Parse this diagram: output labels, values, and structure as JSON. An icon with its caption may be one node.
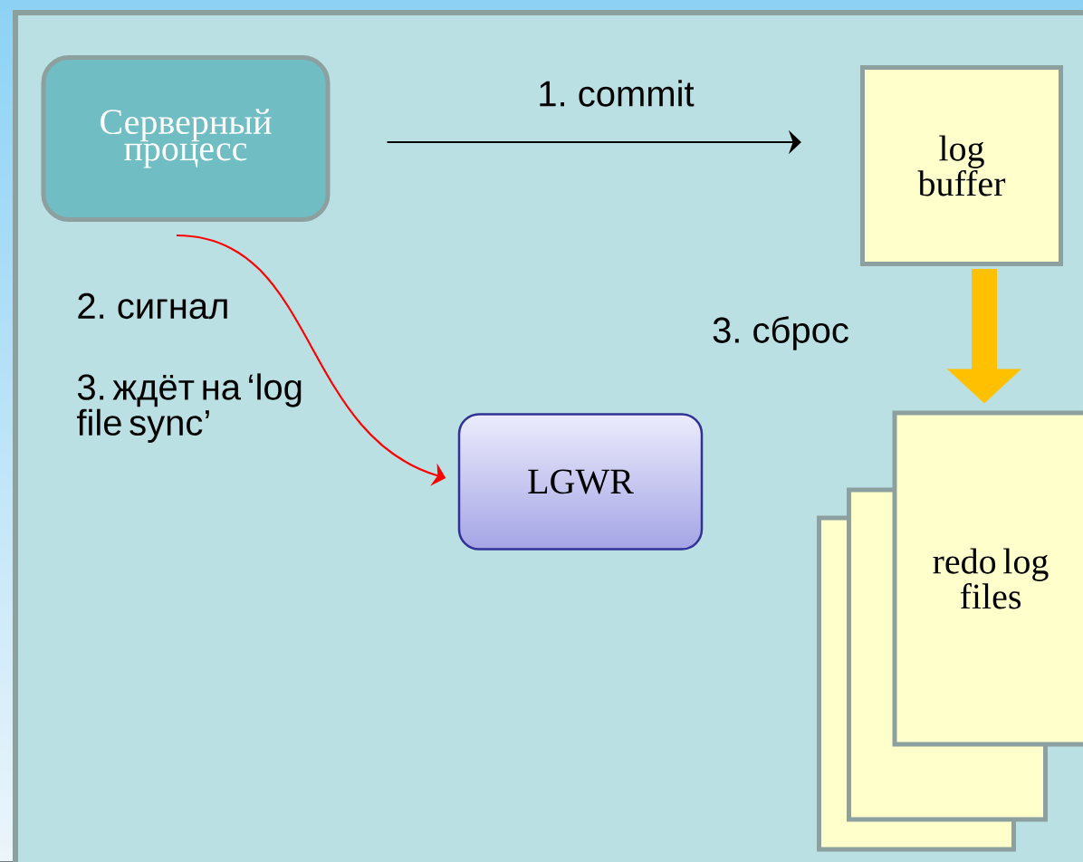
{
  "diagram": {
    "nodes": [
      {
        "text": [
          "Серверный процесс"
        ]
      },
      {
        "text": [
          "log buffer"
        ]
      },
      {
        "text": [
          "LGWR"
        ]
      },
      {
        "text": [],
        "shape": "box"
      },
      {
        "text": [],
        "shape": "box"
      },
      {
        "text": [
          "redo log files"
        ]
      }
    ],
    "edges": [
      {
        "from": 0,
        "to": 1,
        "arrow": "to",
        "label": "1. commit"
      },
      {
        "from": 0,
        "to": 2,
        "arrow": "to",
        "color": "#ff0000"
      },
      {
        "from": 1,
        "to": 5,
        "arrow": "to",
        "label": "3. сброс",
        "style": "thick",
        "color": "#ffc000"
      }
    ],
    "labels": [
      "2. сигнал",
      "3. ждёт на ‘log file sync’"
    ]
  }
}
